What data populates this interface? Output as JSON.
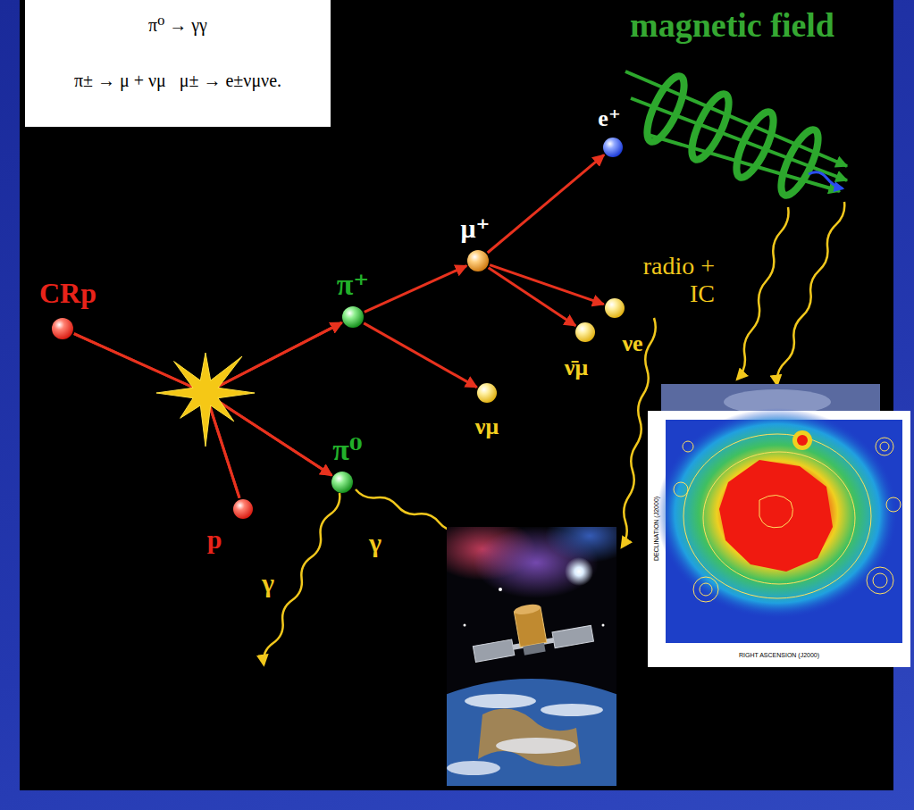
{
  "diagram": {
    "nodes": [
      {
        "text": [
          "π⁰ → γγ",
          "π± → μ + νμ   μ± → e±νμνe."
        ]
      },
      {
        "text": [
          "CRp"
        ]
      },
      {
        "text": [
          "π⁺"
        ]
      },
      {
        "text": [
          "μ⁺"
        ]
      },
      {
        "text": [
          "e⁺"
        ]
      },
      {
        "text": [
          "νμ"
        ]
      },
      {
        "text": [
          "ν̄μ"
        ]
      },
      {
        "text": [
          "νe"
        ]
      },
      {
        "text": [
          "π⁰"
        ]
      },
      {
        "text": [
          "p"
        ]
      }
    ],
    "edges": [
      {
        "from": 1,
        "to": 2,
        "arrow": "to"
      },
      {
        "from": 1,
        "to": 8,
        "arrow": "to"
      },
      {
        "from": 9,
        "to": 2,
        "arrow": "to"
      },
      {
        "from": 9,
        "to": 8,
        "arrow": "to"
      },
      {
        "from": 2,
        "to": 3,
        "arrow": "to"
      },
      {
        "from": 2,
        "to": 5,
        "arrow": "to"
      },
      {
        "from": 3,
        "to": 4,
        "arrow": "to"
      },
      {
        "from": 3,
        "to": 6,
        "arrow": "to"
      },
      {
        "from": 3,
        "to": 7,
        "arrow": "to"
      }
    ],
    "labels": [
      "magnetic field",
      "radio + IC",
      "γ",
      "γ",
      "RIGHT ASCENSION (J2000)",
      "DECLINATION (J2000)"
    ]
  }
}
